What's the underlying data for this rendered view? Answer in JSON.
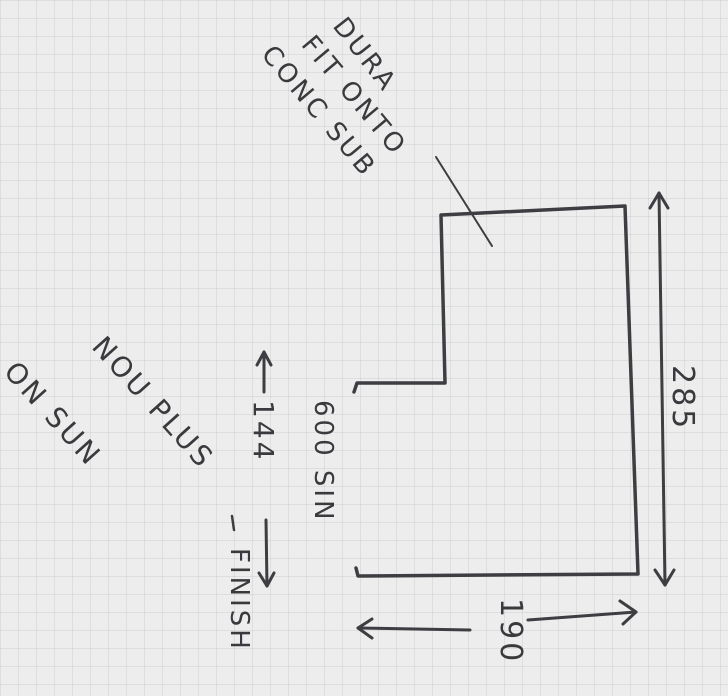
{
  "notes": {
    "note_line1": "DURA",
    "note_line2": "FIT ONTO",
    "note_line3": "CONC SUB",
    "side_label": "600 SIN",
    "left_line1": "NOU PLUS",
    "left_line2": "ON SUN",
    "finish": "FINISH"
  },
  "dimensions": {
    "height": "285",
    "width": "190",
    "step": "144"
  },
  "colors": {
    "ink": "#3d3d42",
    "paper": "#ecedec",
    "grid": "#a0aaaa"
  }
}
